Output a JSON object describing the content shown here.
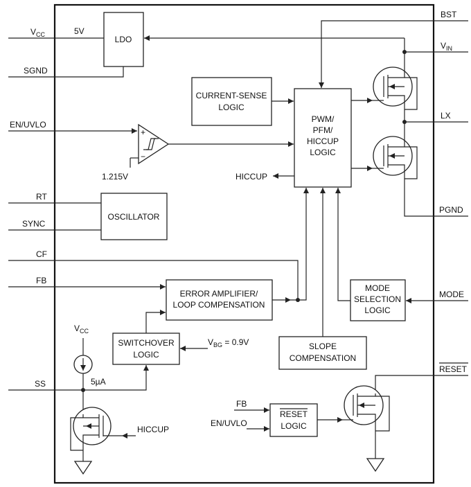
{
  "pins": {
    "vcc_main": "V",
    "vcc_sub": "CC",
    "sgnd": "SGND",
    "en_uvlo": "EN/UVLO",
    "rt": "RT",
    "sync": "SYNC",
    "cf": "CF",
    "fb": "FB",
    "ss": "SS",
    "bst": "BST",
    "vin_main": "V",
    "vin_sub": "IN",
    "lx": "LX",
    "pgnd": "PGND",
    "mode": "MODE",
    "reset": "RESET"
  },
  "labels": {
    "five_v": "5V",
    "ref_1215": "1.215V",
    "five_ua": "5µA",
    "hiccup_out": "HICCUP",
    "hiccup_in": "HICCUP",
    "vbg_main": "V",
    "vbg_sub": "BG",
    "vbg_value": " = 0.9V",
    "vcc_ss_main": "V",
    "vcc_ss_sub": "CC",
    "fb_reset": "FB",
    "en_reset": "EN/UVLO",
    "comp_plus": "+",
    "comp_minus": "−"
  },
  "blocks": {
    "ldo": [
      "LDO"
    ],
    "current_sense": [
      "CURRENT-SENSE",
      "LOGIC"
    ],
    "pwm": [
      "PWM/",
      "PFM/",
      "HICCUP",
      "LOGIC"
    ],
    "oscillator": [
      "OSCILLATOR"
    ],
    "error_amp": [
      "ERROR AMPLIFIER/",
      "LOOP COMPENSATION"
    ],
    "mode_sel": [
      "MODE",
      "SELECTION",
      "LOGIC"
    ],
    "switchover": [
      "SWITCHOVER",
      "LOGIC"
    ],
    "slope": [
      "SLOPE",
      "COMPENSATION"
    ],
    "reset_logic": [
      "RESET",
      "LOGIC"
    ]
  }
}
